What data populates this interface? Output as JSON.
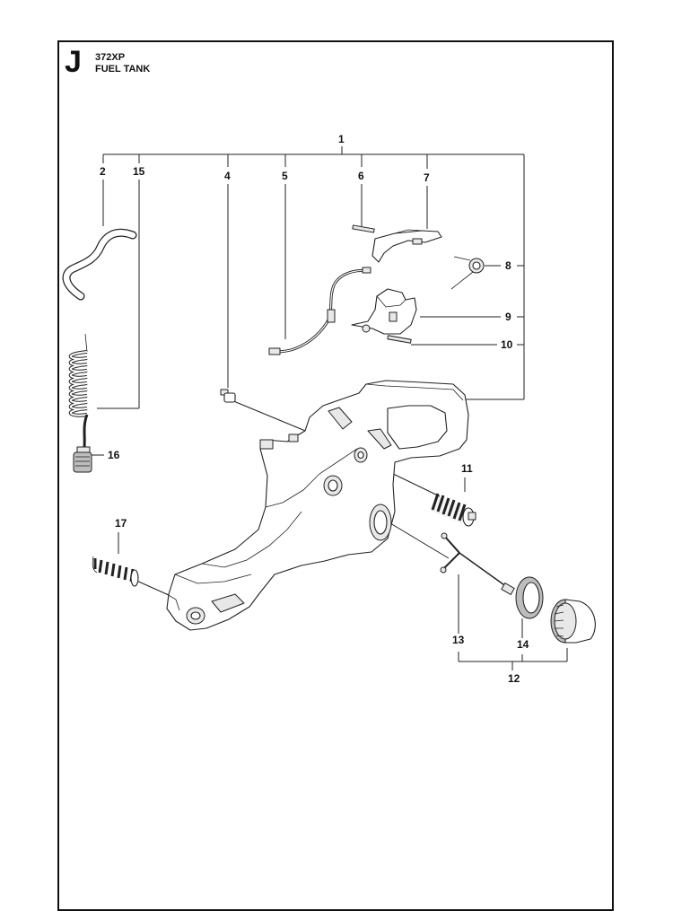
{
  "header": {
    "section_letter": "J",
    "model": "372XP",
    "title": "FUEL TANK"
  },
  "callouts": [
    "1",
    "2",
    "15",
    "4",
    "5",
    "6",
    "7",
    "8",
    "9",
    "10",
    "11",
    "16",
    "17",
    "13",
    "14",
    "12"
  ]
}
